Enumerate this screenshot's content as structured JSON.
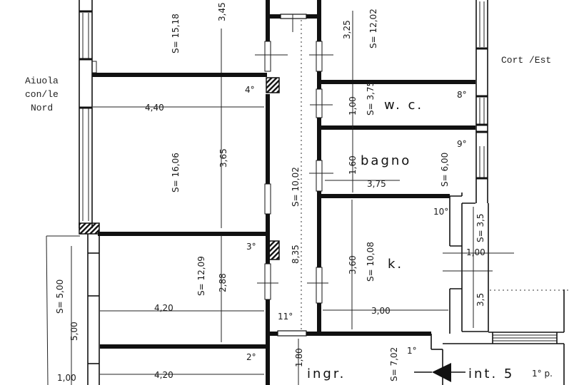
{
  "plan": {
    "outside_labels": {
      "north_line1": "Aiuola",
      "north_line2": "con/le",
      "north_line3": "Nord",
      "east": "Cort /Est"
    },
    "rooms": {
      "room_4": {
        "number": "4°",
        "area": "S= 15,18",
        "depth": "3,45"
      },
      "room_4b": {
        "area": "S= 16,06",
        "depth": "3,65",
        "width": "4,40"
      },
      "room_3": {
        "number": "3°",
        "area": "S= 12,09",
        "depth": "2,88",
        "width": "4,20"
      },
      "room_2": {
        "number": "2°",
        "width": "4,20"
      },
      "corridor": {
        "area": "S= 10,02",
        "length": "8,35",
        "number": "11°"
      },
      "room_top_right": {
        "area": "S= 12,02",
        "depth": "3,25"
      },
      "wc": {
        "name": "w. c.",
        "number": "8°",
        "area": "S= 3,75",
        "depth": "1,00"
      },
      "bagno": {
        "name": "bagno",
        "number": "9°",
        "area": "S= 6,00",
        "depth": "1,60",
        "width": "3,75"
      },
      "kitchen": {
        "name": "k.",
        "number": "10°",
        "area": "S= 10,08",
        "depth": "3,60",
        "width": "3,00"
      },
      "balcony": {
        "area": "S= 3,5",
        "width": "1,00",
        "length": "3,5"
      },
      "terrace_left": {
        "area": "S= 5,00",
        "length": "5,00",
        "width": "1,00"
      },
      "ingresso": {
        "name": "ingr.",
        "number": "1°",
        "area": "S= 7,02",
        "depth": "1,80"
      }
    },
    "entrance_label": "int. 5",
    "floor_label": "1° p."
  }
}
